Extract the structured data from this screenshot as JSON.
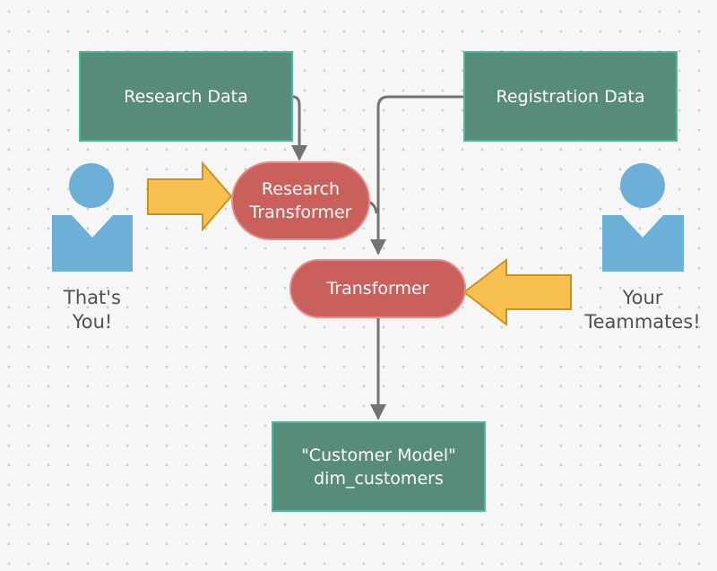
{
  "nodes": {
    "research_data": "Research Data",
    "registration_data": "Registration Data",
    "research_transformer": "Research\nTransformer",
    "transformer": "Transformer",
    "customer_model": "\"Customer Model\"\ndim_customers"
  },
  "people": {
    "you": "That's\nYou!",
    "teammates": "Your\nTeammates!"
  },
  "colors": {
    "data_fill": "#578b7a",
    "data_border": "#43bba0",
    "process_fill": "#c9605b",
    "process_border": "#e78c88",
    "person": "#6cb0d8",
    "arrow_fill": "#f7c051",
    "arrow_border": "#c9941c",
    "connector": "#737373"
  }
}
